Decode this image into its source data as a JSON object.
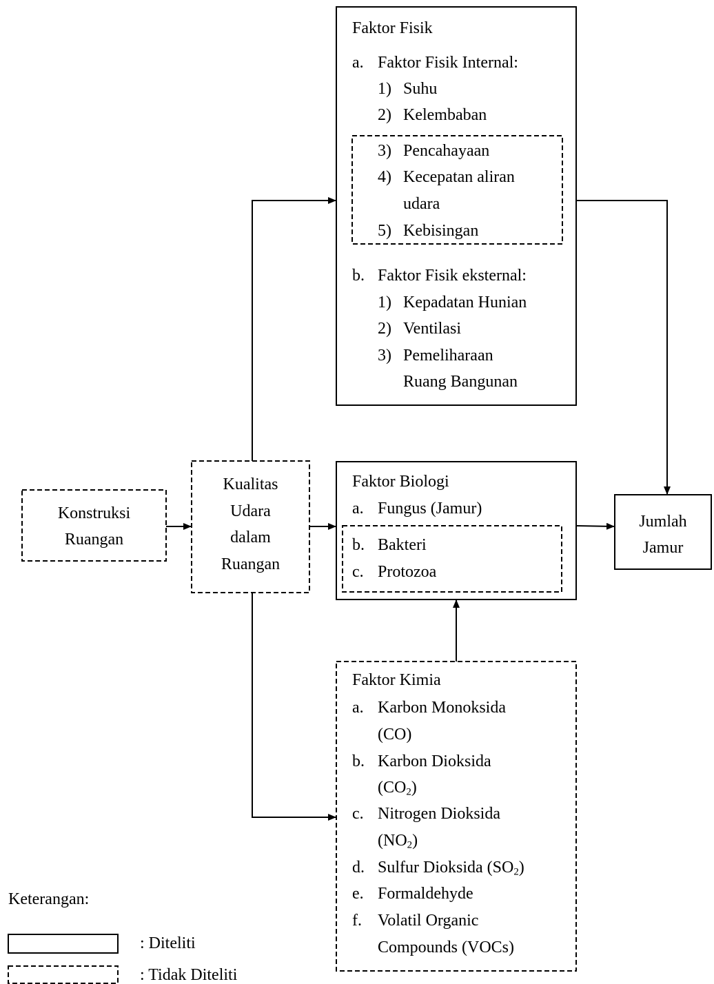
{
  "konstruksi": {
    "line1": "Konstruksi",
    "line2": "Ruangan"
  },
  "kualitas": {
    "line1": "Kualitas",
    "line2": "Udara",
    "line3": "dalam",
    "line4": "Ruangan"
  },
  "fisik": {
    "title": "Faktor Fisik",
    "internal": {
      "marker": "a.",
      "label": "Faktor Fisik Internal:",
      "items": [
        {
          "num": "1)",
          "text": "Suhu"
        },
        {
          "num": "2)",
          "text": "Kelembaban"
        },
        {
          "num": "3)",
          "text": "Pencahayaan"
        },
        {
          "num": "4)",
          "text": "Kecepatan aliran",
          "text2": "udara"
        },
        {
          "num": "5)",
          "text": "Kebisingan"
        }
      ]
    },
    "eksternal": {
      "marker": "b.",
      "label": "Faktor Fisik eksternal:",
      "items": [
        {
          "num": "1)",
          "text": "Kepadatan Hunian"
        },
        {
          "num": "2)",
          "text": "Ventilasi"
        },
        {
          "num": "3)",
          "text": "Pemeliharaan",
          "text2": "Ruang Bangunan"
        }
      ]
    }
  },
  "biologi": {
    "title": "Faktor Biologi",
    "items": [
      {
        "marker": "a.",
        "text": "Fungus (Jamur)"
      },
      {
        "marker": "b.",
        "text": "Bakteri"
      },
      {
        "marker": "c.",
        "text": "Protozoa"
      }
    ]
  },
  "jumlah": {
    "line1": "Jumlah",
    "line2": "Jamur"
  },
  "kimia": {
    "title": "Faktor Kimia",
    "a": {
      "marker": "a.",
      "text": "Karbon Monoksida",
      "text2": "(CO)"
    },
    "b": {
      "marker": "b.",
      "text": "Karbon Dioksida",
      "text2": "(CO",
      "sub": "2",
      "text2_end": ")"
    },
    "c": {
      "marker": "c.",
      "text": "Nitrogen Dioksida",
      "text2": "(NO",
      "sub": "2",
      "text2_end": ")"
    },
    "d": {
      "marker": "d.",
      "text": "Sulfur Dioksida (SO",
      "sub": "2",
      "text_end": ")"
    },
    "e": {
      "marker": "e.",
      "text": "Formaldehyde"
    },
    "f": {
      "marker": "f.",
      "text": "Volatil Organic",
      "text2": "Compounds (VOCs)"
    }
  },
  "legend": {
    "title": "Keterangan:",
    "solid_label": ": Diteliti",
    "dashed_label": ": Tidak Diteliti"
  }
}
